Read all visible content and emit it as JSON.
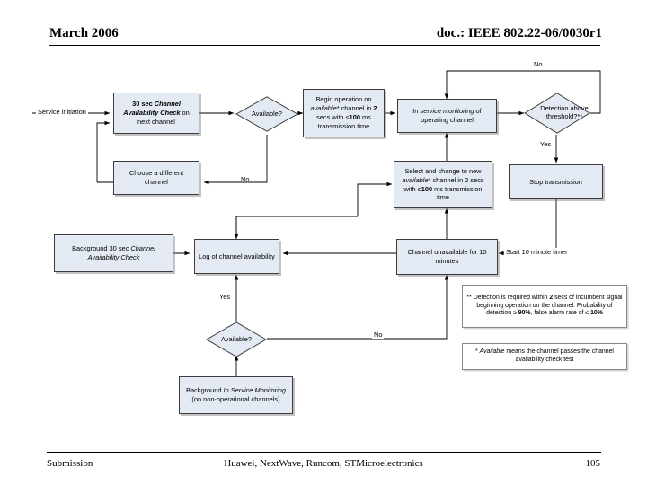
{
  "header": {
    "left": "March 2006",
    "right": "doc.: IEEE 802.22-06/0030r1"
  },
  "footer": {
    "left": "Submission",
    "center": "Huawei, NextWave, Runcom, STMicroelectronics",
    "page": "105"
  },
  "colors": {
    "box_fill": "#e3eaf4",
    "box_stroke": "#3c3c3c",
    "note_fill": "#ffffff",
    "note_stroke": "#888888",
    "wire": "#000000",
    "text": "#000000"
  },
  "diagram": {
    "nodes": {
      "service_initiation": "Service initiation",
      "cac_next_channel_1": "30 sec ",
      "cac_next_channel_2": "Channel Availability Check",
      "cac_next_channel_3": " on next channel",
      "available_1": "Available?",
      "choose_different_channel": "Choose a different channel",
      "begin_operation_1": "Begin operation on ",
      "begin_operation_2": "available",
      "begin_operation_3": "* channel in ",
      "begin_operation_4": "2",
      "begin_operation_5": " secs with ≤",
      "begin_operation_6": "100",
      "begin_operation_7": " ms transmission time",
      "in_service_monitoring": "In service monitoring",
      "in_service_monitoring_2": " of operating channel",
      "detection_above_threshold": "Detection above threshold?**",
      "stop_transmission": "Stop transmission",
      "select_change_1": "Select and change to new ",
      "select_change_2": "available",
      "select_change_3": "* channel in 2 secs with ≤",
      "select_change_4": "100",
      "select_change_5": " ms transmission time",
      "background_cac_1": "Background 30 sec ",
      "background_cac_2": "Channel Availability Check",
      "log_of_channel_availability": "Log of channel availability",
      "channel_unavailable": "Channel unavailable for 10 minutes",
      "available_2": "Available?",
      "background_ism_1": "Background ",
      "background_ism_2": "In Service Monitoring",
      "background_ism_3": " (on non-operational channels)"
    },
    "edge_labels": {
      "no_available_1": "No",
      "no_detection": "No",
      "yes_detection": "Yes",
      "start_timer": "Start 10 minute timer",
      "yes_available_2": "Yes",
      "no_available_2": "No"
    },
    "notes": {
      "note_detection_1": "** Detection is required within ",
      "note_detection_2": "2",
      "note_detection_3": " secs of incumbent signal beginning operation on the channel. Probability of detection ≥ ",
      "note_detection_4": "90%",
      "note_detection_5": ", false alarm rate of ≤ ",
      "note_detection_6": "10%",
      "note_available_1": "* ",
      "note_available_2": "Available",
      "note_available_3": " means the channel passes the channel availability check test"
    }
  }
}
